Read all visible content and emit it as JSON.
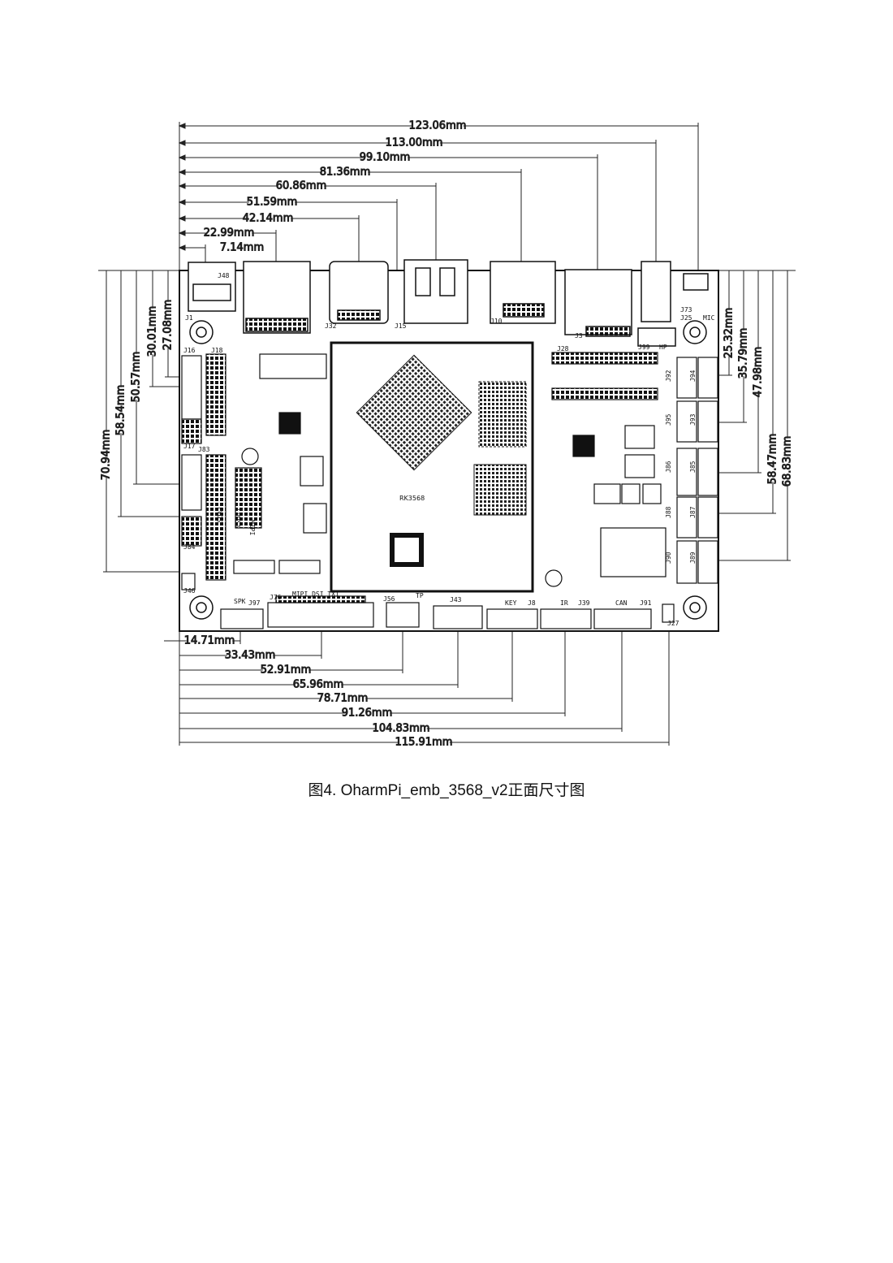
{
  "figure": {
    "caption": "图4. OharmPi_emb_3568_v2正面尺寸图"
  },
  "dimensions": {
    "top": [
      "123.06mm",
      "113.00mm",
      "99.10mm",
      "81.36mm",
      "60.86mm",
      "51.59mm",
      "42.14mm",
      "22.99mm",
      "7.14mm"
    ],
    "left": [
      "70.94mm",
      "58.54mm",
      "50.57mm",
      "30.01mm",
      "27.08mm"
    ],
    "right": [
      "25.32mm",
      "35.79mm",
      "47.98mm",
      "58.47mm",
      "68.83mm"
    ],
    "bottom": [
      "14.71mm",
      "33.43mm",
      "52.91mm",
      "65.96mm",
      "78.71mm",
      "91.26mm",
      "104.83mm",
      "115.91mm"
    ]
  },
  "board": {
    "soc_label": "RK3568",
    "references": [
      "J48",
      "J1",
      "J32",
      "J15",
      "J10",
      "J3",
      "J99",
      "HP",
      "J25",
      "J73",
      "MIC",
      "J16",
      "J18",
      "J17",
      "J83",
      "J84",
      "J46",
      "J28",
      "J92",
      "J94",
      "J95",
      "J93",
      "J86",
      "J85",
      "J88",
      "J87",
      "J90",
      "J89",
      "J97",
      "SPK",
      "J76",
      "MIPI_DSI_TX1",
      "J56",
      "TP",
      "J43",
      "KEY",
      "J8",
      "IR",
      "J39",
      "CAN",
      "J91",
      "J27",
      "LVDS",
      "MIPI",
      "LVDS1"
    ]
  }
}
